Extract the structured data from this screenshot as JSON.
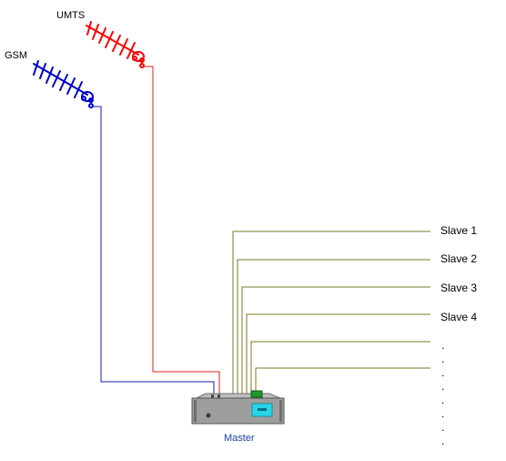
{
  "antennas": {
    "umts": {
      "label": "UMTS",
      "color": "#ff0000"
    },
    "gsm": {
      "label": "GSM",
      "color": "#0000cc"
    }
  },
  "master": {
    "label": "Master",
    "label_color": "#1a3fb0"
  },
  "slaves": [
    {
      "label": "Slave 1"
    },
    {
      "label": "Slave 2"
    },
    {
      "label": "Slave 3"
    },
    {
      "label": "Slave 4"
    }
  ],
  "continuation": [
    ".",
    ".",
    ".",
    ".",
    ".",
    ".",
    ".",
    "."
  ],
  "colors": {
    "slave_line": "#7a7a20",
    "device_body": "#9e9e9e",
    "display": "#24d6e8",
    "connector": "#1e9a2a"
  }
}
